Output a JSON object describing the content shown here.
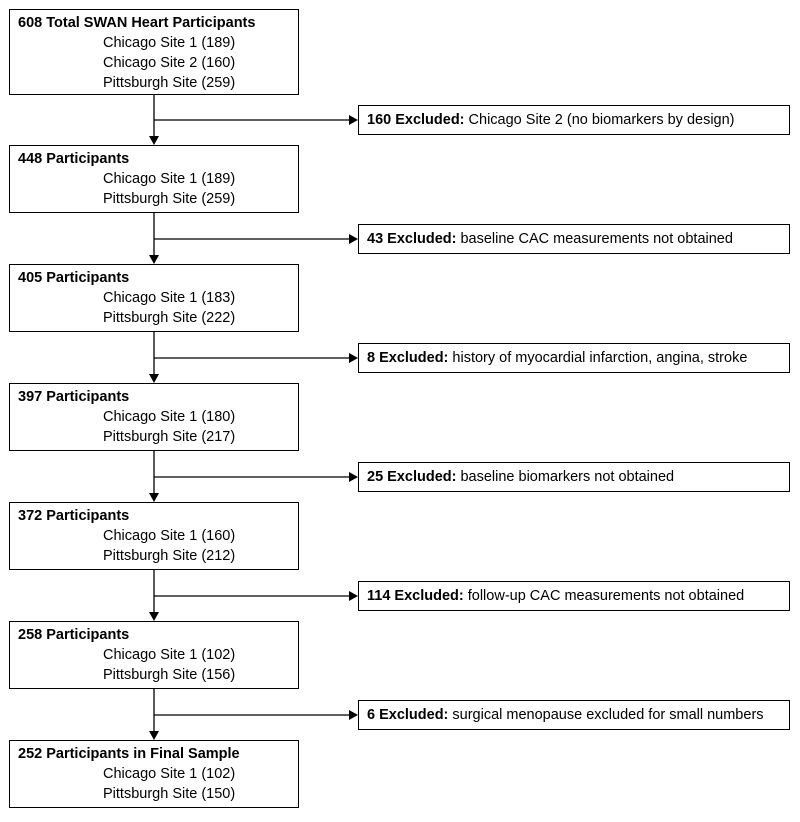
{
  "stages": [
    {
      "title": "608 Total SWAN Heart Participants",
      "sites": [
        "Chicago Site 1 (189)",
        "Chicago Site 2 (160)",
        "Pittsburgh Site (259)"
      ]
    },
    {
      "title": "448 Participants",
      "sites": [
        "Chicago Site 1 (189)",
        "Pittsburgh Site (259)"
      ]
    },
    {
      "title": "405 Participants",
      "sites": [
        "Chicago Site 1 (183)",
        "Pittsburgh Site (222)"
      ]
    },
    {
      "title": "397 Participants",
      "sites": [
        "Chicago Site 1 (180)",
        "Pittsburgh Site (217)"
      ]
    },
    {
      "title": "372 Participants",
      "sites": [
        "Chicago Site 1 (160)",
        "Pittsburgh Site (212)"
      ]
    },
    {
      "title": "258 Participants",
      "sites": [
        "Chicago Site 1 (102)",
        "Pittsburgh Site (156)"
      ]
    },
    {
      "title": "252 Participants in Final Sample",
      "sites": [
        "Chicago Site 1 (102)",
        "Pittsburgh Site (150)"
      ]
    }
  ],
  "exclusions": [
    {
      "count": "160 Excluded:",
      "reason": " Chicago Site 2 (no biomarkers by design)"
    },
    {
      "count": "43 Excluded:",
      "reason": " baseline CAC measurements not obtained"
    },
    {
      "count": "8 Excluded:",
      "reason": " history of myocardial infarction, angina, stroke"
    },
    {
      "count": "25 Excluded:",
      "reason": " baseline biomarkers not obtained"
    },
    {
      "count": "114 Excluded:",
      "reason": " follow-up CAC measurements not obtained"
    },
    {
      "count": "6 Excluded:",
      "reason": " surgical menopause excluded for small numbers"
    }
  ]
}
